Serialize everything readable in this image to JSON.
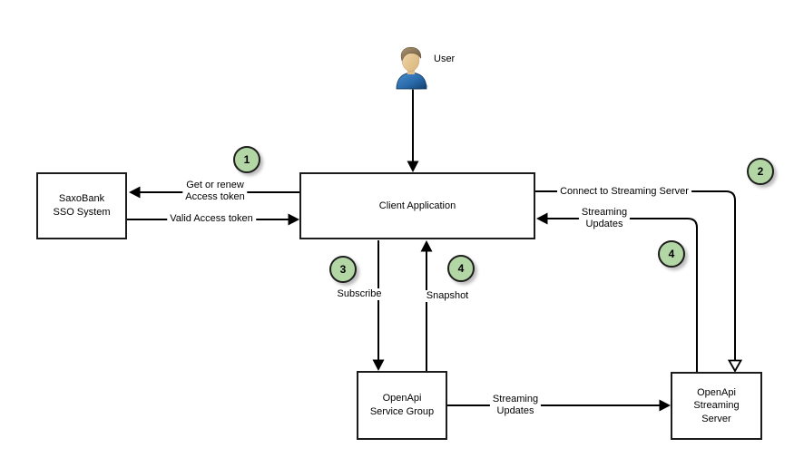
{
  "diagram": {
    "nodes": {
      "user": {
        "label": "User"
      },
      "sso": {
        "lines": [
          "SaxoBank",
          "SSO System"
        ]
      },
      "client": {
        "label": "Client Application"
      },
      "service_group": {
        "lines": [
          "OpenApi",
          "Service Group"
        ]
      },
      "streaming_server": {
        "lines": [
          "OpenApi",
          "Streaming",
          "Server"
        ]
      }
    },
    "edges": {
      "get_or_renew": {
        "lines": [
          "Get or renew",
          "Access token"
        ]
      },
      "valid_token": {
        "label": "Valid Access token"
      },
      "connect": {
        "label": "Connect to Streaming Server"
      },
      "streaming_updates_right": {
        "lines": [
          "Streaming",
          "Updates"
        ]
      },
      "subscribe": {
        "label": "Subscribe"
      },
      "snapshot": {
        "label": "Snapshot"
      },
      "streaming_updates_bottom": {
        "lines": [
          "Streaming",
          "Updates"
        ]
      }
    },
    "badges": [
      {
        "label": "1"
      },
      {
        "label": "2"
      },
      {
        "label": "3"
      },
      {
        "label": "4"
      },
      {
        "label": "4"
      }
    ],
    "colors": {
      "badge_fill": "#b2d7a5",
      "line": "#000000",
      "box_fill": "#ffffff",
      "box_border": "#1c1c1c"
    }
  }
}
